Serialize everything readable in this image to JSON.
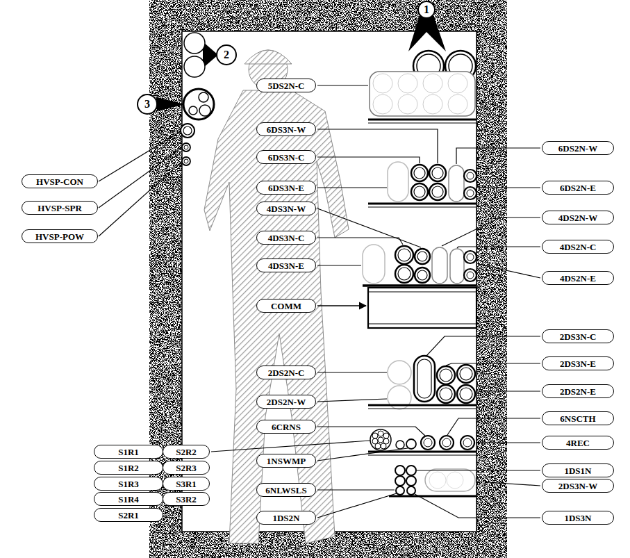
{
  "diagram": {
    "nodes": [
      {
        "text": [
          "1"
        ]
      },
      {
        "text": [
          "2"
        ]
      },
      {
        "text": [
          "3"
        ]
      },
      {
        "text": [
          "5DS2N-C"
        ]
      },
      {
        "text": [
          "6DS3N-W"
        ]
      },
      {
        "text": [
          "6DS2N-W"
        ]
      },
      {
        "text": [
          "6DS3N-C"
        ]
      },
      {
        "text": [
          "6DS3N-E"
        ]
      },
      {
        "text": [
          "6DS2N-E"
        ]
      },
      {
        "text": [
          "HVSP-CON"
        ]
      },
      {
        "text": [
          "4DS3N-W"
        ]
      },
      {
        "text": [
          "4DS2N-W"
        ]
      },
      {
        "text": [
          "HVSP-SPR"
        ]
      },
      {
        "text": [
          "HVSP-POW"
        ]
      },
      {
        "text": [
          "4DS3N-C"
        ]
      },
      {
        "text": [
          "4DS2N-C"
        ]
      },
      {
        "text": [
          "4DS3N-E"
        ]
      },
      {
        "text": [
          "4DS2N-E"
        ]
      },
      {
        "text": [
          "COMM"
        ]
      },
      {
        "text": [
          "2DS3N-C"
        ]
      },
      {
        "text": [
          "2DS2N-C"
        ]
      },
      {
        "text": [
          "2DS3N-E"
        ]
      },
      {
        "text": [
          "2DS2N-W"
        ]
      },
      {
        "text": [
          "2DS2N-E"
        ]
      },
      {
        "text": [
          "6CRNS"
        ]
      },
      {
        "text": [
          "6NSCTH"
        ]
      },
      {
        "text": [
          "4REC"
        ]
      },
      {
        "text": [
          "S1R1"
        ]
      },
      {
        "text": [
          "S2R2"
        ]
      },
      {
        "text": [
          "1NSWMP"
        ]
      },
      {
        "text": [
          "S1R2"
        ]
      },
      {
        "text": [
          "S2R3"
        ]
      },
      {
        "text": [
          "1DS1N"
        ]
      },
      {
        "text": [
          "S1R3"
        ]
      },
      {
        "text": [
          "S3R1"
        ]
      },
      {
        "text": [
          "2DS3N-W"
        ]
      },
      {
        "text": [
          "6NLWSLS"
        ]
      },
      {
        "text": [
          "S1R4"
        ]
      },
      {
        "text": [
          "S3R2"
        ]
      },
      {
        "text": [
          "1DS2N"
        ]
      },
      {
        "text": [
          "1DS3N"
        ]
      },
      {
        "text": [
          "S2R1"
        ]
      }
    ]
  }
}
